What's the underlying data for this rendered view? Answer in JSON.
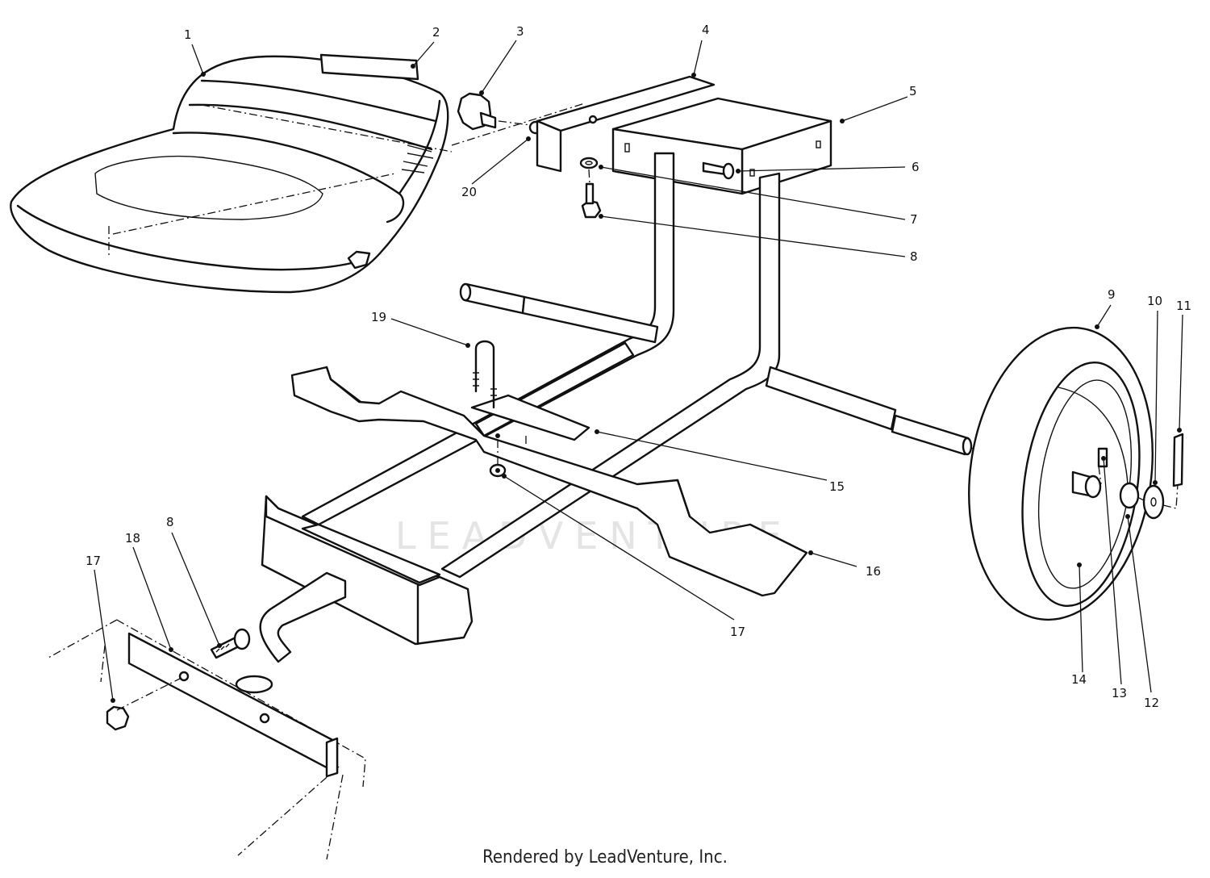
{
  "watermark": "LEADVENTURE",
  "credit": "Rendered by LeadVenture, Inc.",
  "callouts": [
    {
      "id": "c1",
      "text": "1"
    },
    {
      "id": "c2",
      "text": "2"
    },
    {
      "id": "c3",
      "text": "3"
    },
    {
      "id": "c4",
      "text": "4"
    },
    {
      "id": "c5",
      "text": "5"
    },
    {
      "id": "c6",
      "text": "6"
    },
    {
      "id": "c7",
      "text": "7"
    },
    {
      "id": "c8a",
      "text": "8"
    },
    {
      "id": "c8b",
      "text": "8"
    },
    {
      "id": "c9",
      "text": "9"
    },
    {
      "id": "c10",
      "text": "10"
    },
    {
      "id": "c11",
      "text": "11"
    },
    {
      "id": "c12",
      "text": "12"
    },
    {
      "id": "c13",
      "text": "13"
    },
    {
      "id": "c14",
      "text": "14"
    },
    {
      "id": "c15",
      "text": "15"
    },
    {
      "id": "c16",
      "text": "16"
    },
    {
      "id": "c17a",
      "text": "17"
    },
    {
      "id": "c17b",
      "text": "17"
    },
    {
      "id": "c18",
      "text": "18"
    },
    {
      "id": "c19",
      "text": "19"
    },
    {
      "id": "c20",
      "text": "20"
    }
  ]
}
